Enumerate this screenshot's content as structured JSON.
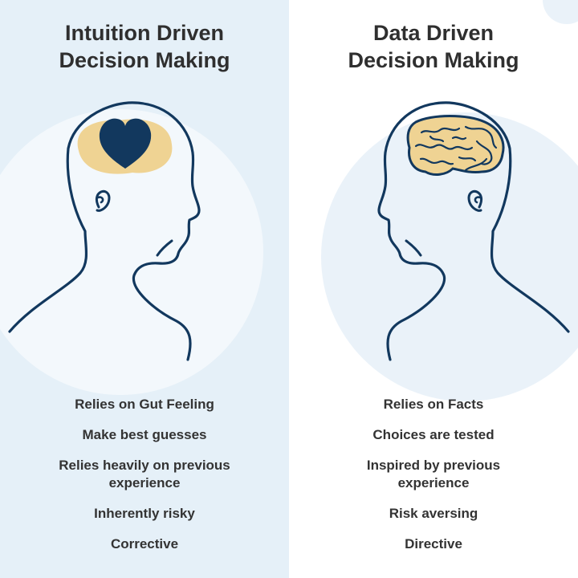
{
  "left": {
    "title_line1": "Intuition Driven",
    "title_line2": "Decision Making",
    "icon": "heart-icon",
    "points": [
      "Relies on Gut Feeling",
      "Make best guesses",
      "Relies heavily on previous experience",
      "Inherently risky",
      "Corrective"
    ]
  },
  "right": {
    "title_line1": "Data Driven",
    "title_line2": "Decision Making",
    "icon": "brain-icon",
    "points": [
      "Relies on Facts",
      "Choices are tested",
      "Inspired by previous experience",
      "Risk aversing",
      "Directive"
    ]
  },
  "colors": {
    "left_background": "#e5f0f8",
    "right_background": "#ffffff",
    "outline": "#12385e",
    "accent": "#efd393",
    "title_text": "#2f2f2f",
    "body_text": "#333333"
  }
}
